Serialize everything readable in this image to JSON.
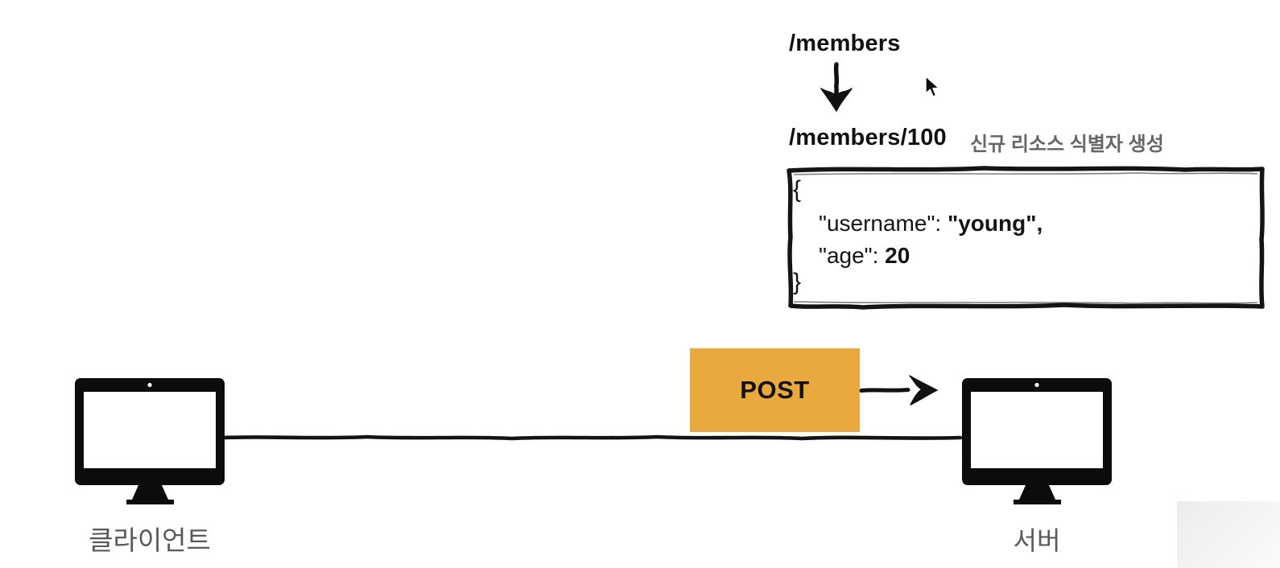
{
  "flow": {
    "resource_before": "/members",
    "resource_after": "/members/100",
    "annotation": "신규 리소스 식별자 생성"
  },
  "body_box": {
    "brace_open": "{",
    "lines": [
      {
        "key": "\"username\": ",
        "value": "\"young\","
      },
      {
        "key": "\"age\": ",
        "value": "20"
      }
    ],
    "brace_close": "}"
  },
  "request": {
    "method": "POST",
    "method_bg": "#E9A93F"
  },
  "nodes": {
    "client": "클라이언트",
    "server": "서버"
  },
  "icons": {
    "down_arrow": "down-arrow-icon",
    "right_arrow": "right-arrow-icon",
    "cursor": "mouse-cursor-icon",
    "client_monitor": "client-monitor-icon",
    "server_monitor": "server-monitor-icon"
  },
  "colors": {
    "ink": "#111111",
    "label_gray": "#595959",
    "annotation_gray": "#666666",
    "background": "#ffffff"
  }
}
